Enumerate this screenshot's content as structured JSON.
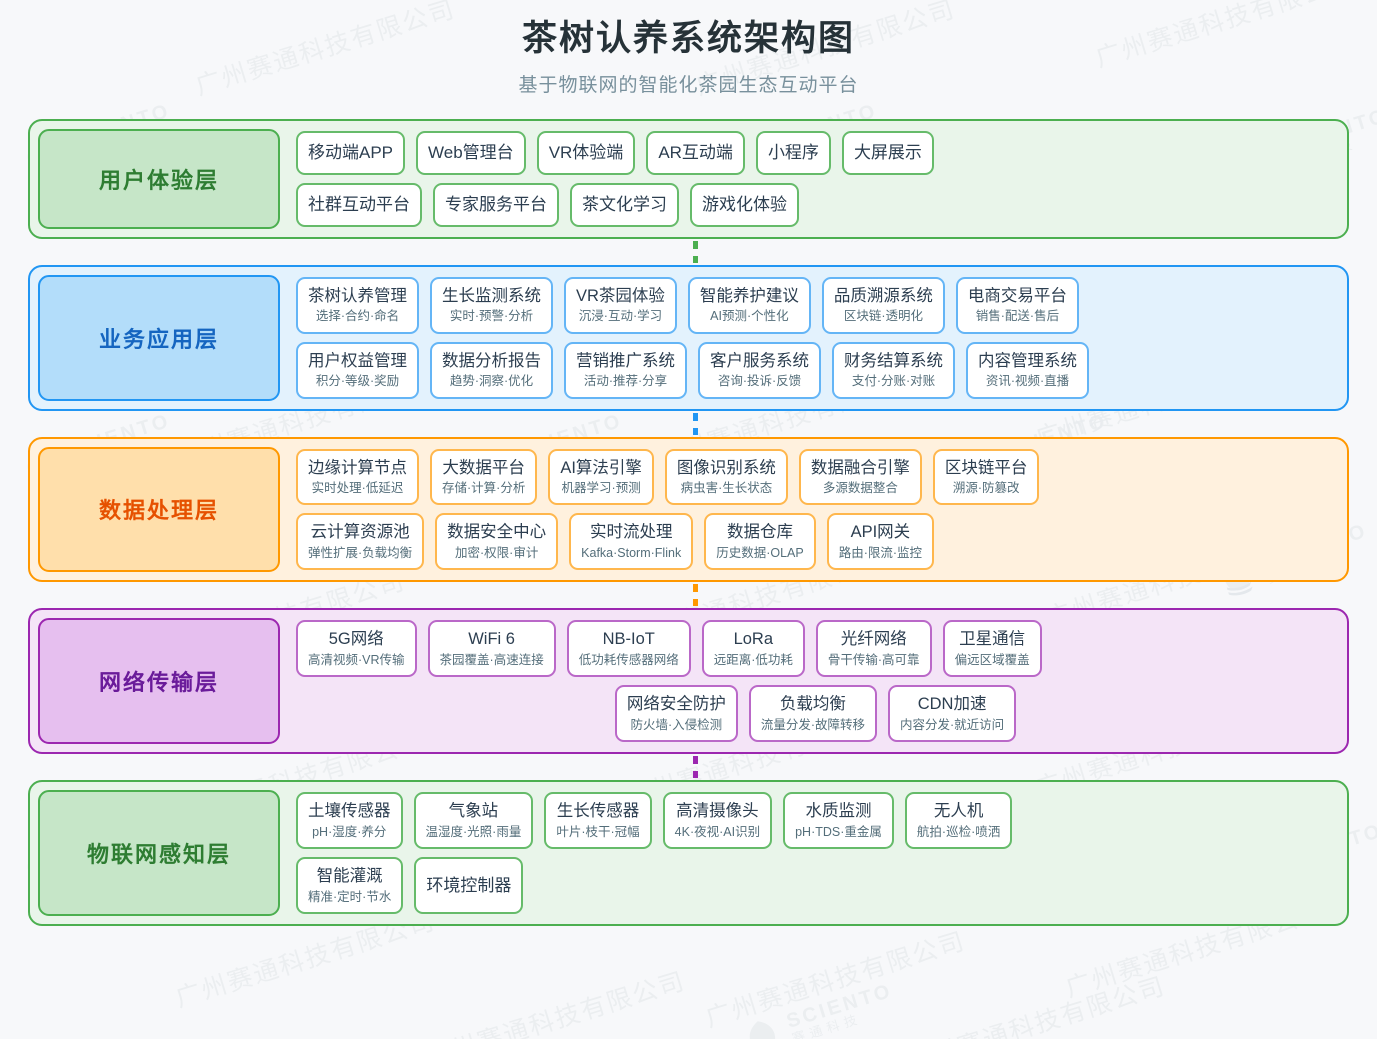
{
  "header": {
    "title": "茶树认养系统架构图",
    "subtitle": "基于物联网的智能化茶园生态互动平台"
  },
  "watermark": {
    "company": "广州赛通科技有限公司",
    "brand_en": "SCIENTO",
    "brand_cn": "赛通科技"
  },
  "colors": {
    "page_bg": "#f7f8fa",
    "title": "#263238",
    "subtitle": "#78909c",
    "green": "#4caf50",
    "blue": "#2196f3",
    "orange": "#ff9800",
    "purple": "#9c27b0",
    "card_bg": "#ffffff",
    "card_title": "#2c3e50",
    "card_sub": "#546e7a"
  },
  "layers": [
    {
      "id": "user-experience",
      "label": "用户体验层",
      "theme": "green",
      "accent": "#4caf50",
      "rows": [
        [
          {
            "title": "移动端APP",
            "sub": ""
          },
          {
            "title": "Web管理台",
            "sub": ""
          },
          {
            "title": "VR体验端",
            "sub": ""
          },
          {
            "title": "AR互动端",
            "sub": ""
          },
          {
            "title": "小程序",
            "sub": ""
          },
          {
            "title": "大屏展示",
            "sub": ""
          }
        ],
        [
          {
            "title": "社群互动平台",
            "sub": ""
          },
          {
            "title": "专家服务平台",
            "sub": ""
          },
          {
            "title": "茶文化学习",
            "sub": ""
          },
          {
            "title": "游戏化体验",
            "sub": ""
          }
        ]
      ]
    },
    {
      "id": "business-application",
      "label": "业务应用层",
      "theme": "blue",
      "accent": "#2196f3",
      "rows": [
        [
          {
            "title": "茶树认养管理",
            "sub": "选择·合约·命名"
          },
          {
            "title": "生长监测系统",
            "sub": "实时·预警·分析"
          },
          {
            "title": "VR茶园体验",
            "sub": "沉浸·互动·学习"
          },
          {
            "title": "智能养护建议",
            "sub": "AI预测·个性化"
          },
          {
            "title": "品质溯源系统",
            "sub": "区块链·透明化"
          },
          {
            "title": "电商交易平台",
            "sub": "销售·配送·售后"
          }
        ],
        [
          {
            "title": "用户权益管理",
            "sub": "积分·等级·奖励"
          },
          {
            "title": "数据分析报告",
            "sub": "趋势·洞察·优化"
          },
          {
            "title": "营销推广系统",
            "sub": "活动·推荐·分享"
          },
          {
            "title": "客户服务系统",
            "sub": "咨询·投诉·反馈"
          },
          {
            "title": "财务结算系统",
            "sub": "支付·分账·对账"
          },
          {
            "title": "内容管理系统",
            "sub": "资讯·视频·直播"
          }
        ]
      ]
    },
    {
      "id": "data-processing",
      "label": "数据处理层",
      "theme": "orange",
      "accent": "#ff9800",
      "rows": [
        [
          {
            "title": "边缘计算节点",
            "sub": "实时处理·低延迟"
          },
          {
            "title": "大数据平台",
            "sub": "存储·计算·分析"
          },
          {
            "title": "AI算法引擎",
            "sub": "机器学习·预测"
          },
          {
            "title": "图像识别系统",
            "sub": "病虫害·生长状态"
          },
          {
            "title": "数据融合引擎",
            "sub": "多源数据整合"
          },
          {
            "title": "区块链平台",
            "sub": "溯源·防篡改"
          }
        ],
        [
          {
            "title": "云计算资源池",
            "sub": "弹性扩展·负载均衡"
          },
          {
            "title": "数据安全中心",
            "sub": "加密·权限·审计"
          },
          {
            "title": "实时流处理",
            "sub": "Kafka·Storm·Flink"
          },
          {
            "title": "数据仓库",
            "sub": "历史数据·OLAP"
          },
          {
            "title": "API网关",
            "sub": "路由·限流·监控"
          }
        ]
      ]
    },
    {
      "id": "network-transmission",
      "label": "网络传输层",
      "theme": "purple",
      "accent": "#9c27b0",
      "rows": [
        [
          {
            "title": "5G网络",
            "sub": "高清视频·VR传输"
          },
          {
            "title": "WiFi 6",
            "sub": "茶园覆盖·高速连接"
          },
          {
            "title": "NB-IoT",
            "sub": "低功耗传感器网络"
          },
          {
            "title": "LoRa",
            "sub": "远距离·低功耗"
          },
          {
            "title": "光纤网络",
            "sub": "骨干传输·高可靠"
          },
          {
            "title": "卫星通信",
            "sub": "偏远区域覆盖"
          }
        ],
        [
          {
            "title": "网络安全防护",
            "sub": "防火墙·入侵检测"
          },
          {
            "title": "负载均衡",
            "sub": "流量分发·故障转移"
          },
          {
            "title": "CDN加速",
            "sub": "内容分发·就近访问"
          }
        ]
      ]
    },
    {
      "id": "iot-perception",
      "label": "物联网感知层",
      "theme": "green",
      "accent": "#4caf50",
      "rows": [
        [
          {
            "title": "土壤传感器",
            "sub": "pH·湿度·养分"
          },
          {
            "title": "气象站",
            "sub": "温湿度·光照·雨量"
          },
          {
            "title": "生长传感器",
            "sub": "叶片·枝干·冠幅"
          },
          {
            "title": "高清摄像头",
            "sub": "4K·夜视·AI识别"
          },
          {
            "title": "水质监测",
            "sub": "pH·TDS·重金属"
          },
          {
            "title": "无人机",
            "sub": "航拍·巡检·喷洒"
          }
        ],
        [
          {
            "title": "智能灌溉",
            "sub": "精准·定时·节水"
          },
          {
            "title": "环境控制器",
            "sub": ""
          }
        ]
      ]
    }
  ],
  "connectors": [
    {
      "from": "user-experience",
      "to": "business-application",
      "color": "#4caf50"
    },
    {
      "from": "business-application",
      "to": "data-processing",
      "color": "#2196f3"
    },
    {
      "from": "data-processing",
      "to": "network-transmission",
      "color": "#ff9800"
    },
    {
      "from": "network-transmission",
      "to": "iot-perception",
      "color": "#9c27b0"
    }
  ]
}
